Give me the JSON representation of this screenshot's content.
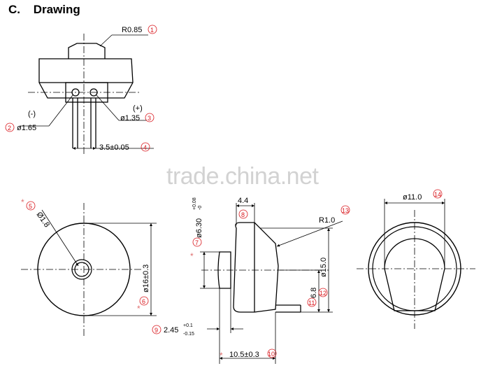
{
  "heading": {
    "letter": "C.",
    "title": "Drawing"
  },
  "watermark": "trade.china.net",
  "annotations": {
    "r085": "R0.85",
    "n1": "1",
    "minus": "(-)",
    "d165": "ø1.65",
    "n2": "2",
    "plus": "(+)",
    "d135": "ø1.35",
    "n3": "3",
    "pitch": "3.5±0.05",
    "n4": "4",
    "d18": "Ø1.8",
    "n5": "5",
    "d16": "ø16±0.3",
    "n6": "6",
    "d630": "ø6.30",
    "d630_tol_up": "+0.08",
    "d630_tol_dn": "-0",
    "n7": "7",
    "w44": "4.4",
    "n8": "8",
    "h245": "2.45",
    "h245_tol_up": "+0.1",
    "h245_tol_dn": "-0.15",
    "n9": "9",
    "l105": "10.5±0.3",
    "n10": "10",
    "h68": "6.8",
    "n11": "11",
    "d150": "ø15.0",
    "n12": "12",
    "r10": "R1.0",
    "n13": "13",
    "d110": "ø11.0",
    "n14": "14",
    "star": "*"
  }
}
